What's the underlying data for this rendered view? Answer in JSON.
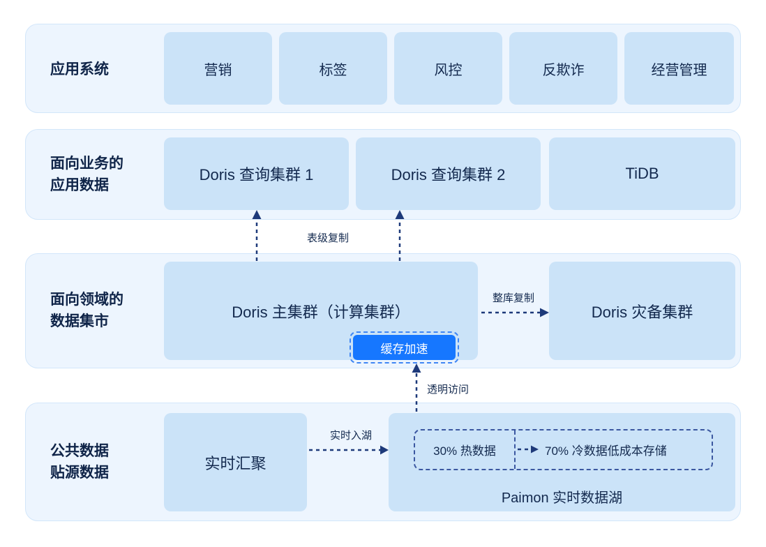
{
  "rows": {
    "apps": {
      "label": "应用系统",
      "boxes": [
        "营销",
        "标签",
        "风控",
        "反欺诈",
        "经营管理"
      ]
    },
    "business": {
      "label1": "面向业务的",
      "label2": "应用数据",
      "boxes": [
        "Doris 查询集群 1",
        "Doris 查询集群 2",
        "TiDB"
      ]
    },
    "domain": {
      "label1": "面向领域的",
      "label2": "数据集市",
      "main_cluster": "Doris 主集群（计算集群）",
      "cache_badge": "缓存加速",
      "dr_cluster": "Doris 灾备集群"
    },
    "source": {
      "label1": "公共数据",
      "label2": "贴源数据",
      "realtime_box": "实时汇聚",
      "lake_title": "Paimon 实时数据湖",
      "hot_data": "30% 热数据",
      "cold_data": "70% 冷数据低成本存储"
    }
  },
  "arrows": {
    "table_replication": "表级复制",
    "db_replication": "整库复制",
    "transparent_access": "透明访问",
    "realtime_ingest": "实时入湖"
  },
  "colors": {
    "row_bg": "#edf5fe",
    "row_border": "#d2e6fa",
    "box_bg": "#cbe3f8",
    "text_dark": "#13294e",
    "badge_bg": "#1677ff",
    "badge_text": "#ffffff",
    "arrow": "#1e3a7a"
  }
}
